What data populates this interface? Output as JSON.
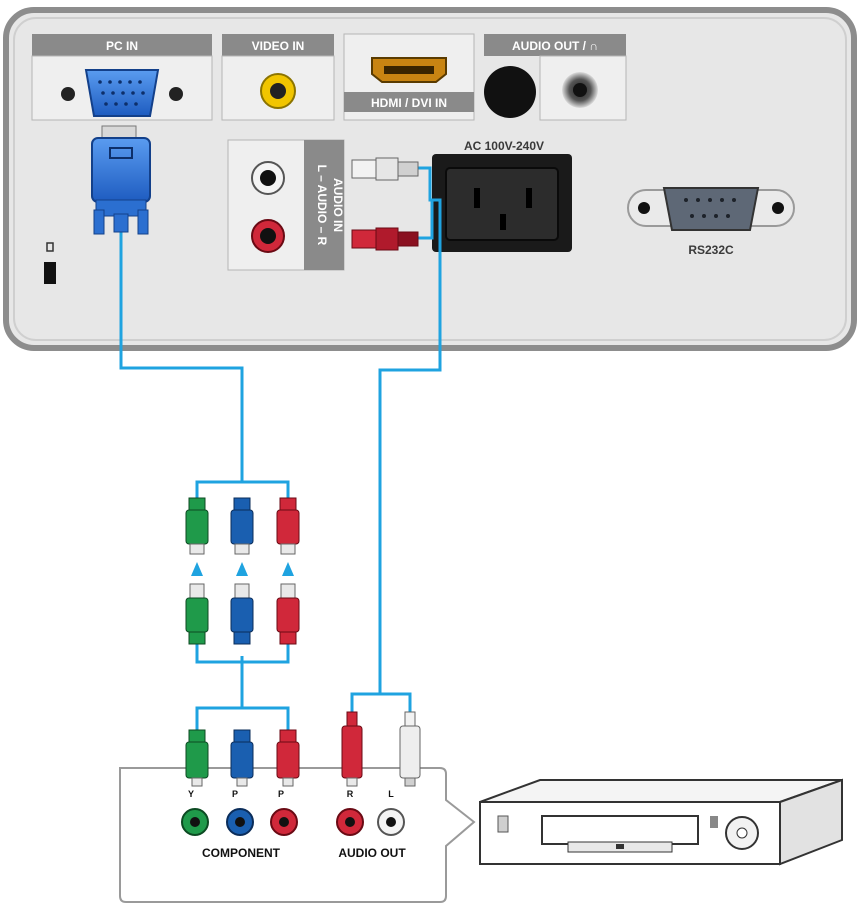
{
  "projector_panel": {
    "pc_in": "PC IN",
    "video_in": "VIDEO IN",
    "hdmi_dvi_in": "HDMI / DVI IN",
    "audio_out": "AUDIO OUT / ∩",
    "audio_in": "AUDIO IN",
    "audio_in_sub": "L – AUDIO – R",
    "ac_power": "AC 100V-240V",
    "rs232c": "RS232C"
  },
  "source_device": {
    "y_label": "Y",
    "pb_label": "P",
    "pr_label": "P",
    "r_label": "R",
    "l_label": "L",
    "component": "COMPONENT",
    "audio_out": "AUDIO OUT"
  },
  "colors": {
    "cable": "#1fa3e0",
    "panel": "#e7e7e7",
    "panel_border": "#8d8d8d",
    "label_bar": "#8a8a8a",
    "green_plug": "#1f9a4a",
    "blue_plug": "#1a5fb0",
    "red_plug": "#d0283a",
    "white_plug": "#eeeeee",
    "vga": "#2b6fd0"
  }
}
